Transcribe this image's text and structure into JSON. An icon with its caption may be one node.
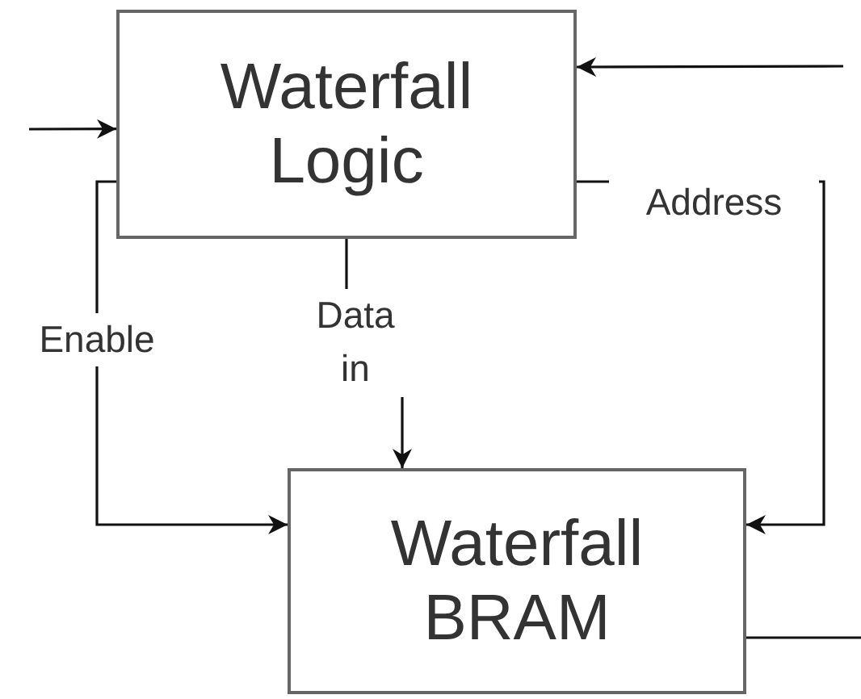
{
  "diagram": {
    "nodes": [
      {
        "text": [
          "Waterfall Logic"
        ]
      },
      {
        "text": [
          "Waterfall BRAM"
        ]
      }
    ],
    "edges": [
      {
        "from": null,
        "to": 0,
        "arrow": "to"
      },
      {
        "from": null,
        "to": 0,
        "arrow": "to"
      },
      {
        "from": 0,
        "to": 1,
        "arrow": "to",
        "label": "Enable"
      },
      {
        "from": 0,
        "to": 1,
        "arrow": "to",
        "label": "Data in"
      },
      {
        "from": 0,
        "to": 1,
        "arrow": "to",
        "label": "Address"
      },
      {
        "from": 1,
        "to": null,
        "arrow": "none"
      }
    ]
  }
}
